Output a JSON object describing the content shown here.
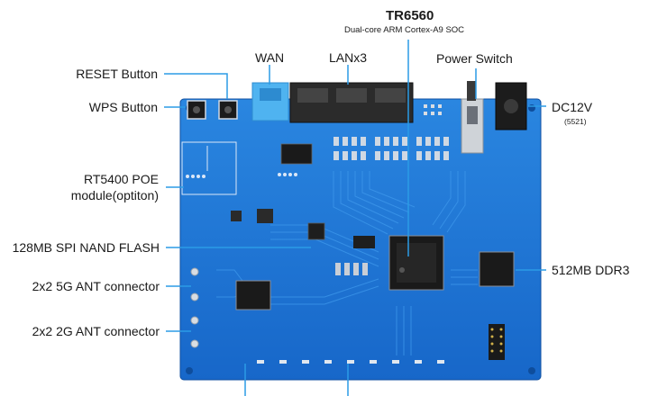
{
  "soc": {
    "name": "TR6560",
    "description": "Dual-core ARM Cortex-A9 SOC"
  },
  "callouts": {
    "reset": "RESET Button",
    "wps": "WPS Button",
    "poe_line1": "RT5400 POE",
    "poe_line2": "module(optiton)",
    "flash": "128MB SPI NAND FLASH",
    "ant5g": "2x2 5G ANT connector",
    "ant2g": "2x2 2G ANT connector",
    "wan": "WAN",
    "lan": "LANx3",
    "power_switch": "Power Switch",
    "dc": "DC12V",
    "dc_spec": "(5521)",
    "ddr": "512MB DDR3"
  },
  "colors": {
    "board": "#1f78d6",
    "board_dark": "#1565c0",
    "accent_line": "#2b9be6",
    "wan_port": "#4fb3f0",
    "connector": "#2b2b2b"
  }
}
